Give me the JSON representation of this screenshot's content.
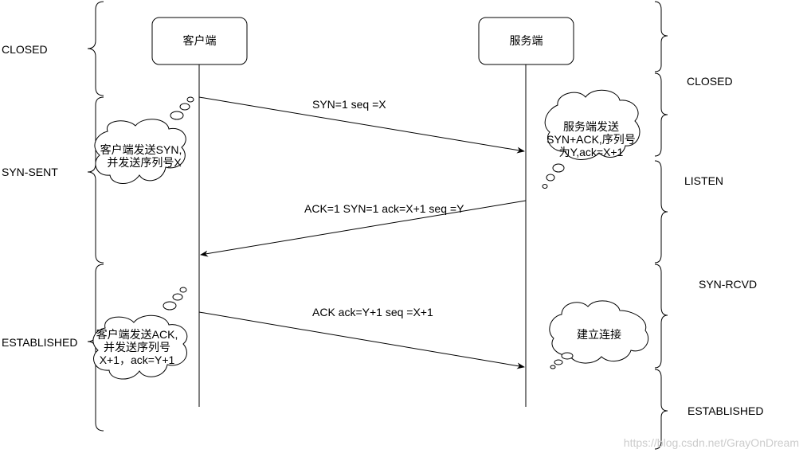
{
  "colors": {
    "line": "#000000",
    "fill": "#ffffff",
    "watermark": "#cccccc"
  },
  "participants": {
    "client": "客户端",
    "server": "服务端"
  },
  "client_states": [
    "CLOSED",
    "SYN-SENT",
    "ESTABLISHED"
  ],
  "server_states": [
    "CLOSED",
    "LISTEN",
    "SYN-RCVD",
    "ESTABLISHED"
  ],
  "messages": [
    {
      "label": "SYN=1 seq =X",
      "direction": "client-to-server"
    },
    {
      "label": "ACK=1 SYN=1 ack=X+1 seq =Y",
      "direction": "server-to-client"
    },
    {
      "label": "ACK ack=Y+1 seq =X+1",
      "direction": "client-to-server"
    }
  ],
  "notes": {
    "client_syn": [
      "客户端发送SYN,",
      "并发送序列号X"
    ],
    "server_synack": [
      "服务端发送",
      "SYN+ACK,序列号",
      "为Y,ack=X+1"
    ],
    "client_ack": [
      "客户端发送ACK,",
      "并发送序列号",
      "X+1，ack=Y+1"
    ],
    "server_established": [
      "建立连接"
    ]
  },
  "watermark": "https://blog.csdn.net/GrayOnDream"
}
